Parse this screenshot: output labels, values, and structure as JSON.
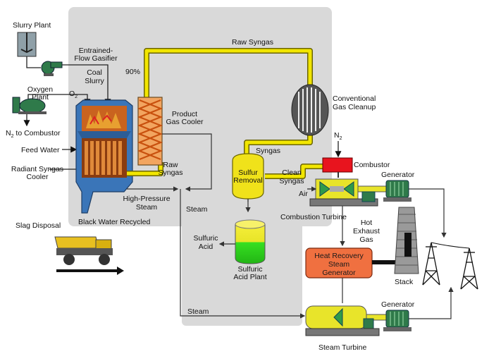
{
  "labels": {
    "slurry_plant": "Slurry Plant",
    "entrained_flow_gasifier_1": "Entrained-",
    "entrained_flow_gasifier_2": "Flow Gasifier",
    "coal_slurry_1": "Coal",
    "coal_slurry_2": "Slurry",
    "oxygen_plant_1": "Oxygen",
    "oxygen_plant_2": "Plant",
    "o2": "O",
    "o2_sub": "2",
    "n2_to_combustor_pre": "N",
    "n2_to_combustor_sub": "2",
    "n2_to_combustor_post": " to Combustor",
    "feed_water": "Feed Water",
    "radiant_syngas_cooler_1": "Radiant Syngas",
    "radiant_syngas_cooler_2": "Cooler",
    "slag_disposal": "Slag Disposal",
    "raw_syngas_top": "Raw Syngas",
    "ninety_percent": "90%",
    "product_gas_cooler_1": "Product",
    "product_gas_cooler_2": "Gas Cooler",
    "raw_syngas_1": "Raw",
    "raw_syngas_2": "Syngas",
    "high_pressure_steam_1": "High-Pressure",
    "high_pressure_steam_2": "Steam",
    "steam_mid": "Steam",
    "black_water_recycled": "Black Water Recycled",
    "conventional_gas_cleanup_1": "Conventional",
    "conventional_gas_cleanup_2": "Gas Cleanup",
    "syngas": "Syngas",
    "sulfur_removal_1": "Sulfur",
    "sulfur_removal_2": "Removal",
    "clean_syngas_1": "Clean",
    "clean_syngas_2": "Syngas",
    "n2_top": "N",
    "n2_top_sub": "2",
    "combustor": "Combustor",
    "generator_top": "Generator",
    "air": "Air",
    "combustion_turbine": "Combustion Turbine",
    "hot_exhaust_gas_1": "Hot",
    "hot_exhaust_gas_2": "Exhaust",
    "hot_exhaust_gas_3": "Gas",
    "sulfuric_acid_1": "Sulfuric",
    "sulfuric_acid_2": "Acid",
    "sulfuric_acid_plant_1": "Sulfuric",
    "sulfuric_acid_plant_2": "Acid Plant",
    "hrsg_1": "Heat Recovery",
    "hrsg_2": "Steam",
    "hrsg_3": "Generator",
    "stack": "Stack",
    "steam_bottom": "Steam",
    "generator_bottom": "Generator",
    "steam_turbine": "Steam Turbine"
  },
  "colors": {
    "panel": "#d9d9d9",
    "syngas_pipe": "#f2e600",
    "pipe_outline": "#8a7f00",
    "gasifier": "#3a75b8",
    "combustor": "#e8141e",
    "hrsg": "#f07040",
    "acid": "#33dd22",
    "equipment_green": "#2f7a4a",
    "turbine_yellow": "#e8e42a"
  }
}
